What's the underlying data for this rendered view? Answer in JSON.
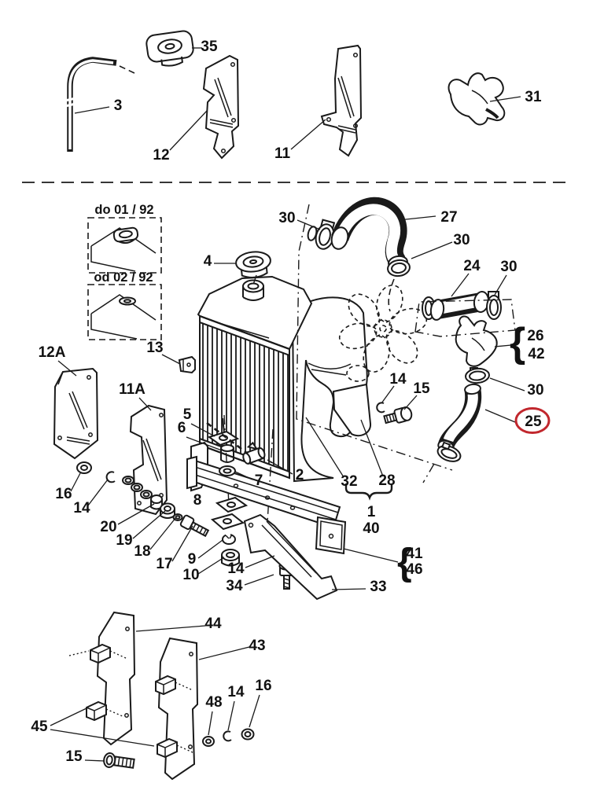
{
  "diagram": {
    "type": "exploded parts diagram",
    "subject": "Radiator and engine cooling system assembly",
    "background_color": "#ffffff",
    "line_color": "#1a1a1a",
    "highlight_color": "#c1272d",
    "highlighted_part": "25",
    "divider_style": "dashed horizontal rule between top parts row and main view"
  },
  "glyphs": {
    "brace": "{"
  },
  "variant_boxes": [
    {
      "caption": "do 01 / 92",
      "content": "radiator top with filler cap (up to 01/92)"
    },
    {
      "caption": "od 02 / 92",
      "content": "radiator top without filler cap (from 02/92)"
    }
  ],
  "braces": [
    {
      "parts": [
        "32",
        "28"
      ],
      "points_to": [
        "1",
        "40"
      ]
    },
    {
      "parts": [
        "26",
        "42"
      ]
    },
    {
      "parts": [
        "41",
        "46"
      ]
    }
  ],
  "part_labels": [
    {
      "id": "35",
      "text": "35"
    },
    {
      "id": "3",
      "text": "3"
    },
    {
      "id": "12",
      "text": "12"
    },
    {
      "id": "11",
      "text": "11"
    },
    {
      "id": "31",
      "text": "31"
    },
    {
      "id": "4",
      "text": "4"
    },
    {
      "id": "30-1",
      "text": "30"
    },
    {
      "id": "27",
      "text": "27"
    },
    {
      "id": "30-2",
      "text": "30"
    },
    {
      "id": "24",
      "text": "24"
    },
    {
      "id": "30-3",
      "text": "30"
    },
    {
      "id": "26",
      "text": "26"
    },
    {
      "id": "42",
      "text": "42"
    },
    {
      "id": "30-4",
      "text": "30"
    },
    {
      "id": "25",
      "text": "25"
    },
    {
      "id": "13",
      "text": "13"
    },
    {
      "id": "12A",
      "text": "12A"
    },
    {
      "id": "11A",
      "text": "11A"
    },
    {
      "id": "16-1",
      "text": "16"
    },
    {
      "id": "14-1",
      "text": "14"
    },
    {
      "id": "20",
      "text": "20"
    },
    {
      "id": "19",
      "text": "19"
    },
    {
      "id": "18",
      "text": "18"
    },
    {
      "id": "17",
      "text": "17"
    },
    {
      "id": "5",
      "text": "5"
    },
    {
      "id": "6",
      "text": "6"
    },
    {
      "id": "7",
      "text": "7"
    },
    {
      "id": "2",
      "text": "2"
    },
    {
      "id": "8",
      "text": "8"
    },
    {
      "id": "9",
      "text": "9"
    },
    {
      "id": "10",
      "text": "10"
    },
    {
      "id": "14-2",
      "text": "14"
    },
    {
      "id": "34",
      "text": "34"
    },
    {
      "id": "14-3",
      "text": "14"
    },
    {
      "id": "15-1",
      "text": "15"
    },
    {
      "id": "32",
      "text": "32"
    },
    {
      "id": "28",
      "text": "28"
    },
    {
      "id": "1",
      "text": "1"
    },
    {
      "id": "40",
      "text": "40"
    },
    {
      "id": "41",
      "text": "41"
    },
    {
      "id": "46",
      "text": "46"
    },
    {
      "id": "33",
      "text": "33"
    },
    {
      "id": "44",
      "text": "44"
    },
    {
      "id": "43",
      "text": "43"
    },
    {
      "id": "45",
      "text": "45"
    },
    {
      "id": "48",
      "text": "48"
    },
    {
      "id": "14-4",
      "text": "14"
    },
    {
      "id": "16-2",
      "text": "16"
    },
    {
      "id": "15-2",
      "text": "15"
    }
  ]
}
